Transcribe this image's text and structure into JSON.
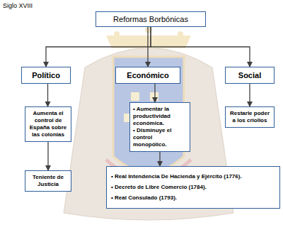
{
  "diagram": {
    "nodes": [
      {
        "text": [
          "Reformas Borbónicas"
        ]
      },
      {
        "text": [
          "Político"
        ]
      },
      {
        "text": [
          "Económico"
        ]
      },
      {
        "text": [
          "Social"
        ]
      },
      {
        "text": [
          "Aumenta el control de España sobre las colonias"
        ]
      },
      {
        "text": [
          "• Aumentar la productividad económica.",
          "• Disminuye el control monopólico."
        ]
      },
      {
        "text": [
          "Restarle poder a los criollos"
        ]
      },
      {
        "text": [
          "Teniente de Justicia"
        ]
      },
      {
        "text": [
          "• Real Intendencia De Hacienda y Ejército (1776).",
          "• Decreto de Libre Comercio (1784).",
          "• Real Consulado (1793)."
        ]
      }
    ],
    "edges": [
      {
        "from": 0,
        "to": 1,
        "arrow": "to"
      },
      {
        "from": 0,
        "to": 2,
        "arrow": "to"
      },
      {
        "from": 0,
        "to": 3,
        "arrow": "to"
      },
      {
        "from": 1,
        "to": 4,
        "arrow": "to"
      },
      {
        "from": 2,
        "to": 5,
        "arrow": "to"
      },
      {
        "from": 3,
        "to": 6,
        "arrow": "to"
      },
      {
        "from": 4,
        "to": 7,
        "arrow": "to"
      },
      {
        "from": 5,
        "to": 8,
        "arrow": "to"
      }
    ],
    "labels": [
      "Siglo XVIII"
    ]
  }
}
